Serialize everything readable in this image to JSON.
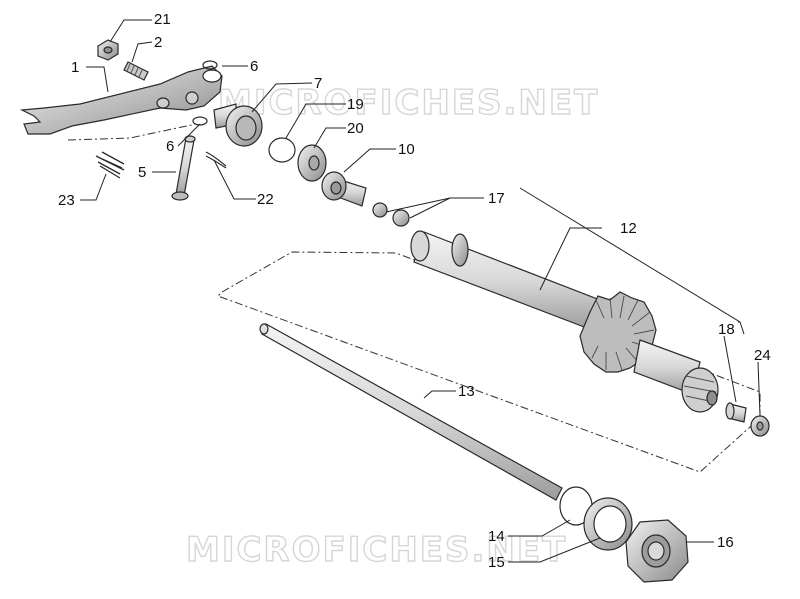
{
  "watermarks": [
    "MICROFICHES.NET",
    "MICROFICHES.NET"
  ],
  "callouts": [
    {
      "id": "c1",
      "text": "1"
    },
    {
      "id": "c2",
      "text": "2"
    },
    {
      "id": "c21",
      "text": "21"
    },
    {
      "id": "c6a",
      "text": "6"
    },
    {
      "id": "c7",
      "text": "7"
    },
    {
      "id": "c19",
      "text": "19"
    },
    {
      "id": "c20",
      "text": "20"
    },
    {
      "id": "c10",
      "text": "10"
    },
    {
      "id": "c17",
      "text": "17"
    },
    {
      "id": "c12",
      "text": "12"
    },
    {
      "id": "c6b",
      "text": "6"
    },
    {
      "id": "c5",
      "text": "5"
    },
    {
      "id": "c22",
      "text": "22"
    },
    {
      "id": "c23",
      "text": "23"
    },
    {
      "id": "c18",
      "text": "18"
    },
    {
      "id": "c24",
      "text": "24"
    },
    {
      "id": "c13",
      "text": "13"
    },
    {
      "id": "c14",
      "text": "14"
    },
    {
      "id": "c15",
      "text": "15"
    },
    {
      "id": "c16",
      "text": "16"
    }
  ],
  "colors": {
    "line": "#2a2a2a",
    "shade": "#bdbdbd",
    "light": "#e8e8e8",
    "watermark": "#d6d6d6"
  }
}
